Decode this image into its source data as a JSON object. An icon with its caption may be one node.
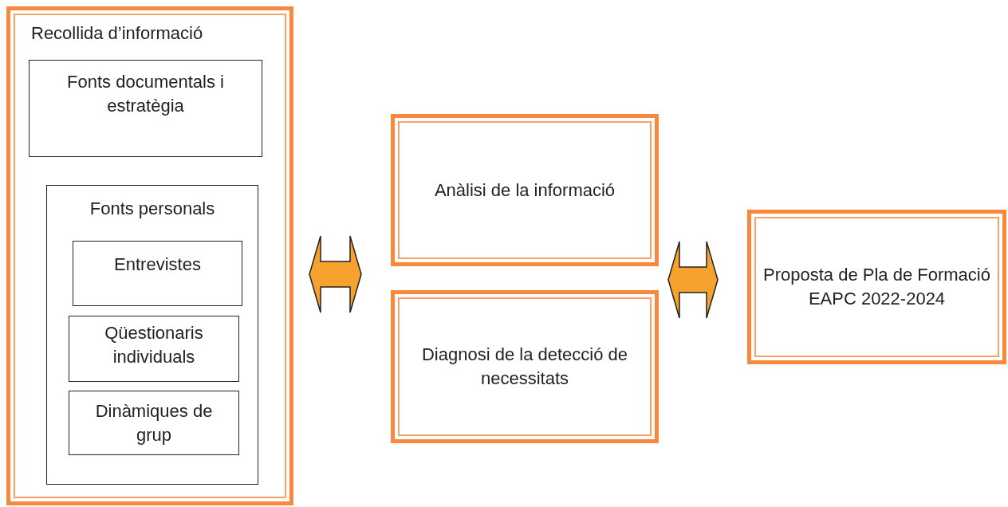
{
  "diagram": {
    "nodes": [
      {
        "text": [
          "Recollida d’informació"
        ]
      },
      {
        "text": [
          "Fonts documentals i estratègia"
        ],
        "in": 0
      },
      {
        "text": [
          "Fonts personals"
        ],
        "in": 0
      },
      {
        "text": [
          "Entrevistes"
        ],
        "in": 2
      },
      {
        "text": [
          "Qüestionaris individuals"
        ],
        "in": 2
      },
      {
        "text": [
          "Dinàmiques de grup"
        ],
        "in": 2
      },
      {
        "text": [
          "Anàlisi de la informació"
        ]
      },
      {
        "text": [
          "Diagnosi de la detecció de necessitats"
        ]
      },
      {
        "text": [
          "Proposta de Pla de Formació EAPC 2022-2024"
        ]
      }
    ],
    "edges": [
      {
        "from": 0,
        "to": 6,
        "arrow": "both"
      },
      {
        "from": 6,
        "to": 8,
        "arrow": "both"
      }
    ]
  }
}
